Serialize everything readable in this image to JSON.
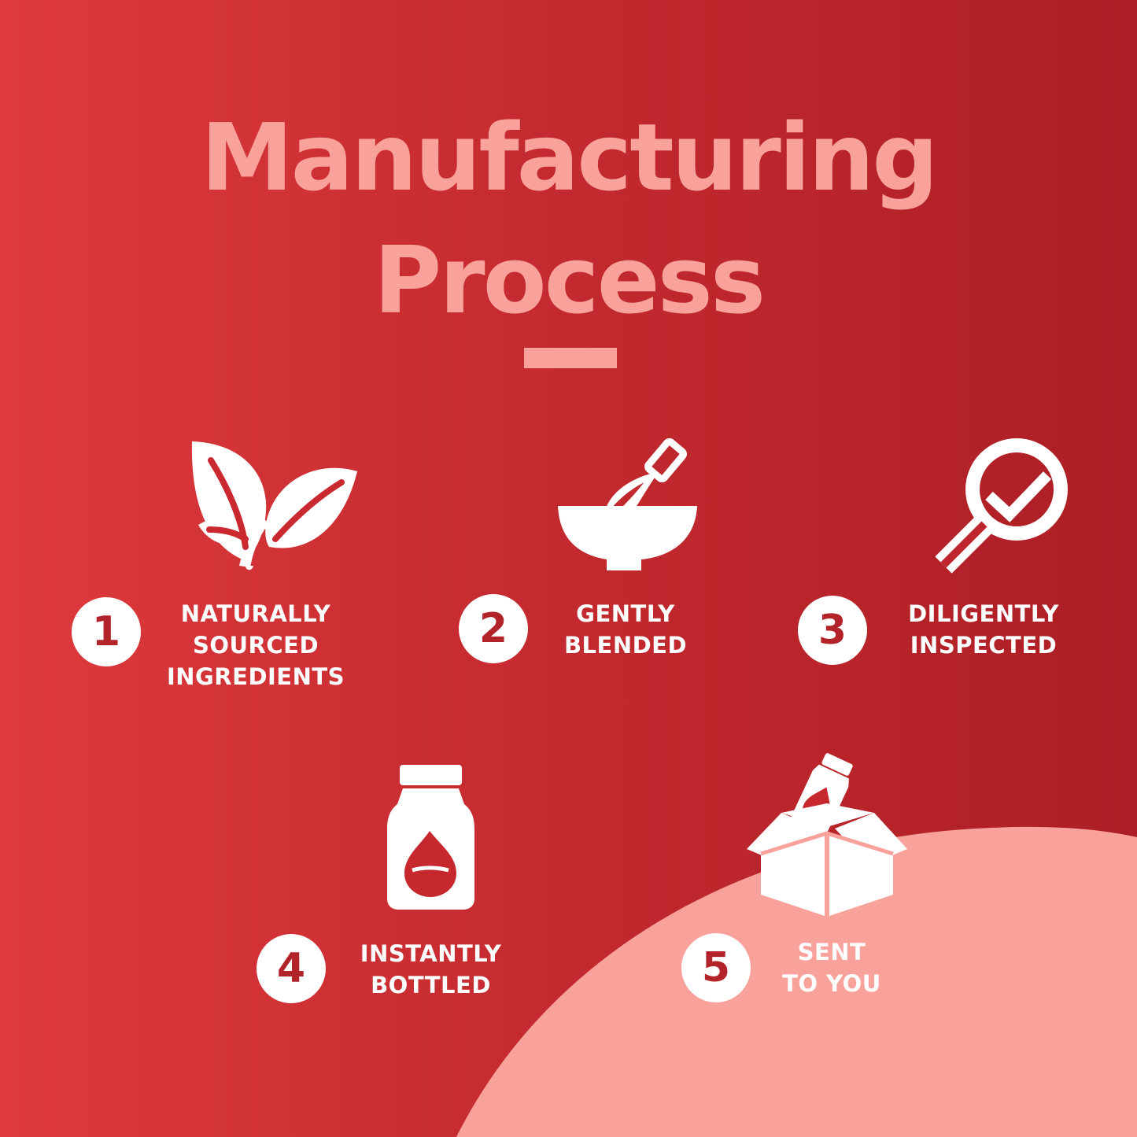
{
  "title": {
    "line1": "Manufacturing",
    "line2": "Process"
  },
  "steps": [
    {
      "number": "1",
      "icon": "leaves-icon",
      "lines": [
        "NATURALLY",
        "SOURCED",
        "INGREDIENTS"
      ]
    },
    {
      "number": "2",
      "icon": "bowl-whisk-icon",
      "lines": [
        "GENTLY",
        "BLENDED"
      ]
    },
    {
      "number": "3",
      "icon": "magnifier-check-icon",
      "lines": [
        "DILIGENTLY",
        "INSPECTED"
      ]
    },
    {
      "number": "4",
      "icon": "bottle-drop-icon",
      "lines": [
        "INSTANTLY",
        "BOTTLED"
      ]
    },
    {
      "number": "5",
      "icon": "box-bottle-icon",
      "lines": [
        "SENT",
        "TO YOU"
      ]
    }
  ],
  "colors": {
    "background_start": "#de3a3c",
    "background_end": "#ac1e25",
    "accent_pink": "#f8a29b",
    "white": "#ffffff",
    "badge_text": "#b3232a"
  }
}
